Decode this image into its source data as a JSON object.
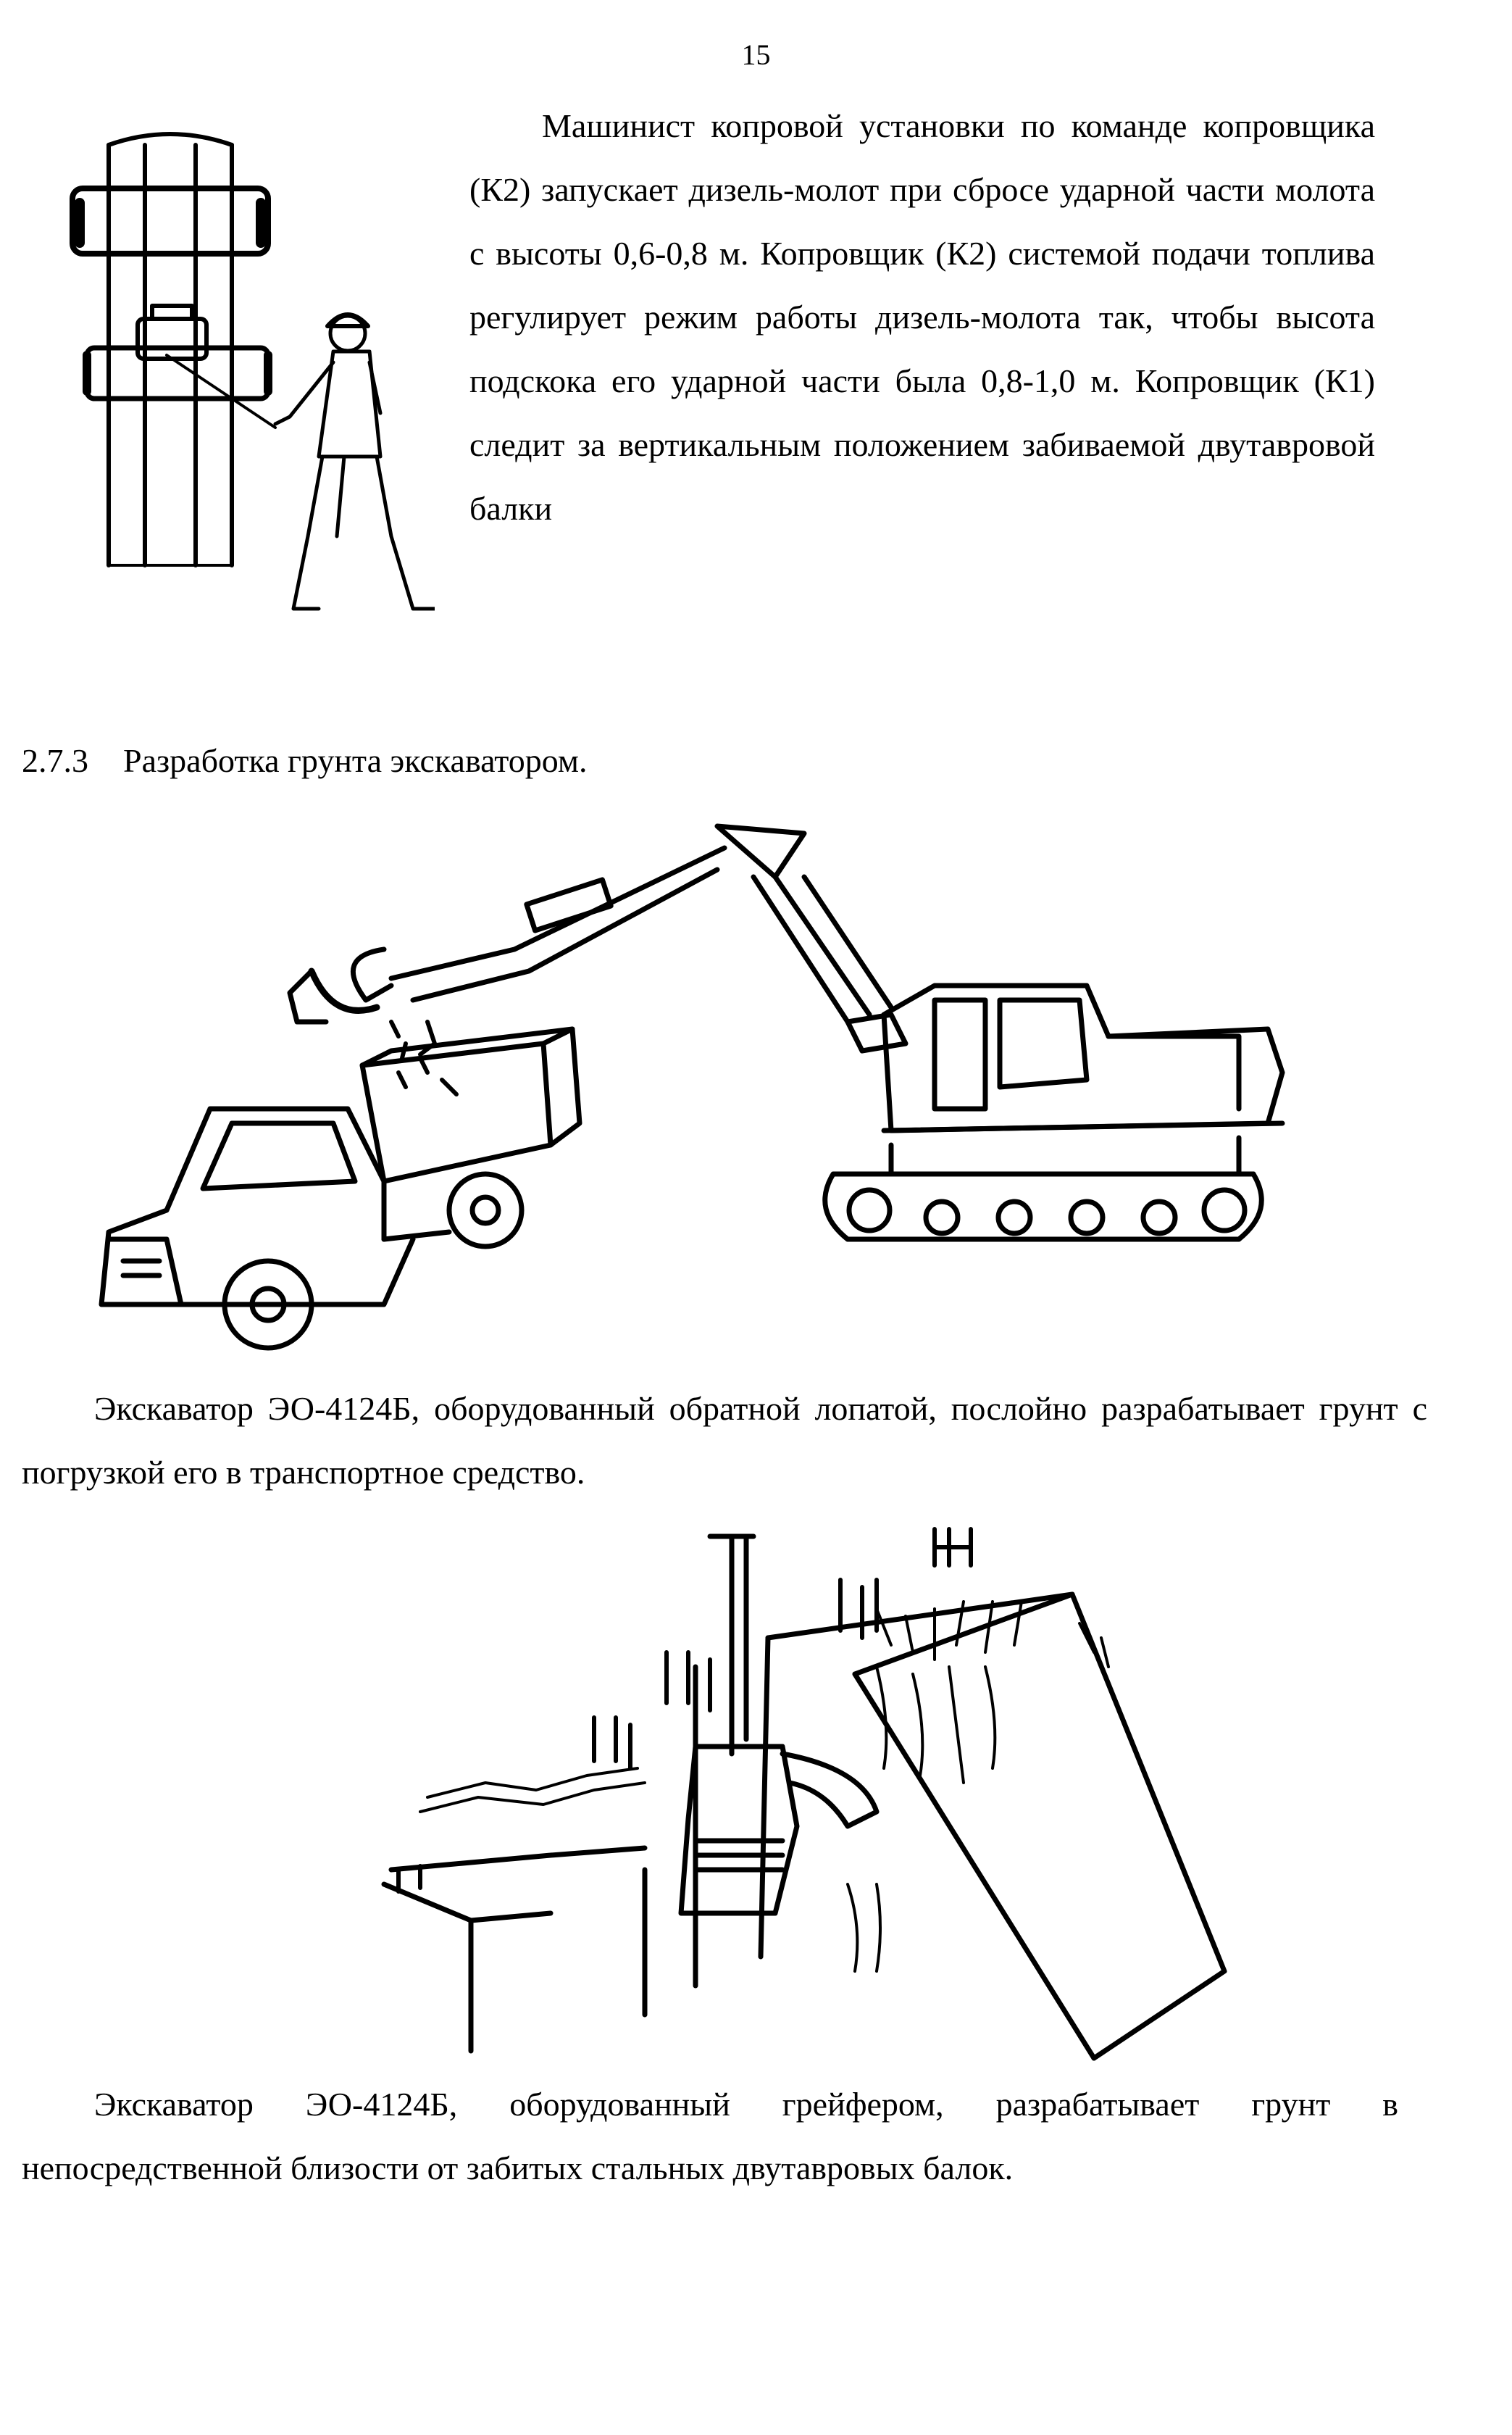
{
  "page_number": "15",
  "paragraph_1": "Машинист копровой установки по команде копровщика (К2) запускает дизель-молот при сбросе ударной части молота с высоты 0,6-0,8 м. Копровщик (К2) системой подачи топлива регулирует режим работы дизель-молота так, чтобы высота подскока его ударной части была 0,8-1,0 м. Копровщик (К1) следит за вертикальным положением забиваемой двутавровой балки",
  "section": {
    "number": "2.7.3",
    "title": "Разработка грунта экскаватором."
  },
  "caption_1": "Экскаватор ЭО-4124Б, оборудованный обратной лопатой, послойно разрабатывает грунт с погрузкой его в транспортное средство.",
  "caption_2": "Экскаватор ЭО-4124Б, оборудованный грейфером, разрабатывает грунт в непосредственной близости от забитых стальных двутавровых балок."
}
